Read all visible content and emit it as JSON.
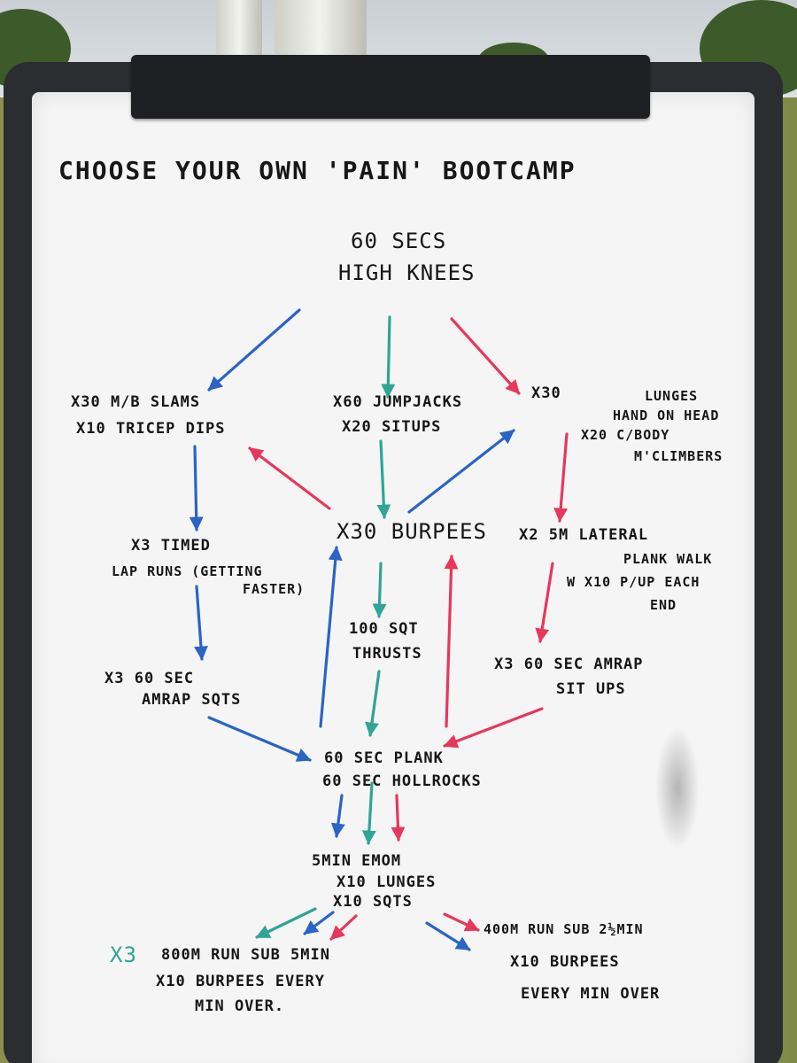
{
  "colors": {
    "blue": "#2a64c4",
    "teal": "#2fa596",
    "red": "#e8365c",
    "ink": "#161616"
  },
  "title": "CHOOSE YOUR OWN 'PAIN' BOOTCAMP",
  "start": {
    "line1": "60 SECS",
    "line2": "HIGH KNEES"
  },
  "left": {
    "step1": {
      "line1": "X30 M/B SLAMS",
      "line2": "X10 TRICEP DIPS"
    },
    "step2": {
      "line1": "X3 TIMED",
      "line2": "LAP RUNS (GETTING",
      "line3": "FASTER)"
    },
    "step3": {
      "line1": "X3 60 SEC",
      "line2": "AMRAP SQTS"
    }
  },
  "center": {
    "step1": {
      "line1": "X60 JUMPJACKS",
      "line2": "X20 SITUPS"
    },
    "step2": {
      "line1": "X30 BURPEES"
    },
    "step3": {
      "line1": "100 SQT",
      "line2": "THRUSTS"
    }
  },
  "right": {
    "step1": {
      "prefix": "X30",
      "line1": "LUNGES",
      "line2": "HAND ON HEAD",
      "line3": "X20 C/BODY",
      "line4": "M'CLIMBERS"
    },
    "step2": {
      "line1": "X2 5M LATERAL",
      "line2": "PLANK WALK",
      "line3": "W X10 P/UP EACH",
      "line4": "END"
    },
    "step3": {
      "line1": "X3 60 SEC AMRAP",
      "line2": "SIT UPS"
    }
  },
  "merge": {
    "line1": "60 SEC PLANK",
    "line2": "60 SEC HOLLROCKS"
  },
  "emom": {
    "line1": "5MIN EMOM",
    "line2": "X10 LUNGES",
    "line3": "X10 SQTS"
  },
  "final_left": {
    "multiplier": "X3",
    "line1": "800M RUN SUB 5MIN",
    "line2": "X10 BURPEES EVERY",
    "line3": "MIN OVER."
  },
  "final_right": {
    "line1": "400M RUN SUB 2½MIN",
    "line2": "X10 BURPEES",
    "line3": "EVERY MIN OVER"
  }
}
